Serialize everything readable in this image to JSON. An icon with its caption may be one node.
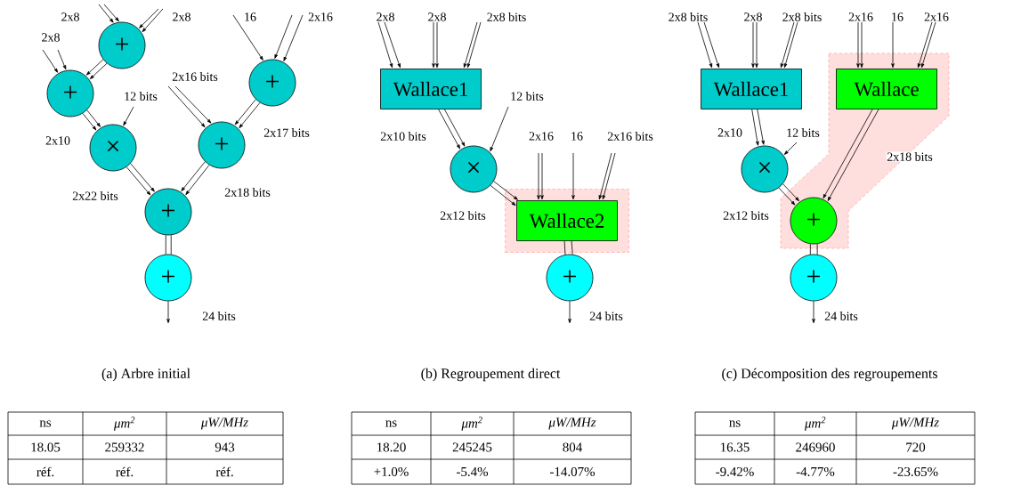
{
  "diagram": {
    "nodes": [
      {
        "text": [
          "+"
        ]
      },
      {
        "text": [
          "+"
        ]
      },
      {
        "text": [
          "×"
        ]
      },
      {
        "text": [
          "+"
        ]
      },
      {
        "text": [
          "+"
        ]
      },
      {
        "text": [
          "+"
        ]
      },
      {
        "text": [
          "+"
        ]
      },
      {
        "text": [
          "Wallace1"
        ]
      },
      {
        "text": [
          "×"
        ]
      },
      {
        "text": [],
        "shape": "box"
      },
      {
        "text": [
          "Wallace2"
        ],
        "in": 9
      },
      {
        "text": [
          "+"
        ]
      },
      {
        "text": [
          "Wallace1"
        ]
      },
      {
        "text": [],
        "shape": "polygon"
      },
      {
        "text": [
          "Wallace"
        ],
        "in": 13
      },
      {
        "text": [
          "×"
        ]
      },
      {
        "text": [
          "+"
        ],
        "in": 13
      },
      {
        "text": [
          "+"
        ]
      }
    ],
    "edges": [
      {
        "from": null,
        "to": 0,
        "arrow": "to",
        "label": "2x8"
      },
      {
        "from": null,
        "to": 0,
        "arrow": "to"
      },
      {
        "from": null,
        "to": 0,
        "arrow": "to",
        "label": "2x8"
      },
      {
        "from": null,
        "to": 0,
        "arrow": "to"
      },
      {
        "from": null,
        "to": 1,
        "arrow": "to",
        "label": "2x8"
      },
      {
        "from": null,
        "to": 1,
        "arrow": "to"
      },
      {
        "from": 0,
        "to": 1,
        "arrow": "to"
      },
      {
        "from": 0,
        "to": 1,
        "arrow": "to"
      },
      {
        "from": 1,
        "to": 2,
        "arrow": "to",
        "label": "2x10"
      },
      {
        "from": 1,
        "to": 2,
        "arrow": "to"
      },
      {
        "from": null,
        "to": 2,
        "arrow": "to",
        "label": "12 bits"
      },
      {
        "from": null,
        "to": 4,
        "arrow": "to",
        "label": "2x16 bits"
      },
      {
        "from": null,
        "to": 4,
        "arrow": "to"
      },
      {
        "from": null,
        "to": 3,
        "arrow": "to",
        "label": "16"
      },
      {
        "from": null,
        "to": 3,
        "arrow": "to"
      },
      {
        "from": null,
        "to": 3,
        "arrow": "to",
        "label": "2x16"
      },
      {
        "from": 3,
        "to": 4,
        "arrow": "to",
        "label": "2x17 bits"
      },
      {
        "from": 3,
        "to": 4,
        "arrow": "to"
      },
      {
        "from": 2,
        "to": 5,
        "arrow": "to",
        "label": "2x22 bits"
      },
      {
        "from": 2,
        "to": 5,
        "arrow": "to"
      },
      {
        "from": 4,
        "to": 5,
        "arrow": "to",
        "label": "2x18 bits"
      },
      {
        "from": 4,
        "to": 5,
        "arrow": "to"
      },
      {
        "from": 5,
        "to": 6,
        "arrow": "none"
      },
      {
        "from": 5,
        "to": 6,
        "arrow": "none"
      },
      {
        "from": 6,
        "to": null,
        "arrow": "to",
        "label": "24 bits"
      },
      {
        "from": null,
        "to": 7,
        "arrow": "to",
        "label": "2x8"
      },
      {
        "from": null,
        "to": 7,
        "arrow": "to"
      },
      {
        "from": null,
        "to": 7,
        "arrow": "to",
        "label": "2x8"
      },
      {
        "from": null,
        "to": 7,
        "arrow": "to"
      },
      {
        "from": null,
        "to": 7,
        "arrow": "to",
        "label": "2x8 bits"
      },
      {
        "from": null,
        "to": 7,
        "arrow": "to"
      },
      {
        "from": 7,
        "to": 8,
        "arrow": "to",
        "label": "2x10 bits"
      },
      {
        "from": 7,
        "to": 8,
        "arrow": "to"
      },
      {
        "from": null,
        "to": 8,
        "arrow": "to",
        "label": "12 bits"
      },
      {
        "from": 8,
        "to": 10,
        "arrow": "to",
        "label": "2x12 bits"
      },
      {
        "from": 8,
        "to": 10,
        "arrow": "to"
      },
      {
        "from": null,
        "to": 10,
        "arrow": "to",
        "label": "2x16"
      },
      {
        "from": null,
        "to": 10,
        "arrow": "to"
      },
      {
        "from": null,
        "to": 10,
        "arrow": "to",
        "label": "16"
      },
      {
        "from": null,
        "to": 10,
        "arrow": "to",
        "label": "2x16 bits"
      },
      {
        "from": null,
        "to": 10,
        "arrow": "to"
      },
      {
        "from": 10,
        "to": 11,
        "arrow": "none"
      },
      {
        "from": 10,
        "to": 11,
        "arrow": "none"
      },
      {
        "from": 11,
        "to": null,
        "arrow": "to",
        "label": "24 bits"
      },
      {
        "from": null,
        "to": 12,
        "arrow": "to",
        "label": "2x8 bits"
      },
      {
        "from": null,
        "to": 12,
        "arrow": "to"
      },
      {
        "from": null,
        "to": 12,
        "arrow": "to",
        "label": "2x8"
      },
      {
        "from": null,
        "to": 12,
        "arrow": "to"
      },
      {
        "from": null,
        "to": 12,
        "arrow": "to",
        "label": "2x8 bits"
      },
      {
        "from": null,
        "to": 12,
        "arrow": "to"
      },
      {
        "from": null,
        "to": 14,
        "arrow": "to",
        "label": "2x16"
      },
      {
        "from": null,
        "to": 14,
        "arrow": "to"
      },
      {
        "from": null,
        "to": 14,
        "arrow": "to",
        "label": "16"
      },
      {
        "from": null,
        "to": 14,
        "arrow": "to",
        "label": "2x16"
      },
      {
        "from": null,
        "to": 14,
        "arrow": "to"
      },
      {
        "from": 12,
        "to": 15,
        "arrow": "to",
        "label": "2x10"
      },
      {
        "from": 12,
        "to": 15,
        "arrow": "to"
      },
      {
        "from": null,
        "to": 15,
        "arrow": "to",
        "label": "12 bits"
      },
      {
        "from": 15,
        "to": 16,
        "arrow": "to",
        "label": "2x12 bits"
      },
      {
        "from": 15,
        "to": 16,
        "arrow": "to"
      },
      {
        "from": 14,
        "to": 16,
        "arrow": "to",
        "label": "2x18 bits"
      },
      {
        "from": 14,
        "to": 16,
        "arrow": "to"
      },
      {
        "from": 16,
        "to": 17,
        "arrow": "none"
      },
      {
        "from": 16,
        "to": 17,
        "arrow": "none"
      },
      {
        "from": 17,
        "to": null,
        "arrow": "to",
        "label": "24 bits"
      }
    ],
    "labels": [
      "(a) Arbre initial",
      "(b) Regroupement direct",
      "(c) Décomposition des regroupements",
      "ns",
      "μm$^{2}$",
      "μW/MHz",
      "18.05",
      "259332",
      "943",
      "réf.",
      "réf.",
      "réf.",
      "ns",
      "μm$^{2}$",
      "μW/MHz",
      "18.20",
      "245245",
      "804",
      "+1.0%",
      "-5.4%",
      "-14.07%",
      "ns",
      "μm$^{2}$",
      "μW/MHz",
      "16.35",
      "246960",
      "720",
      "-9.42%",
      "-4.77%",
      "-23.65%"
    ]
  }
}
